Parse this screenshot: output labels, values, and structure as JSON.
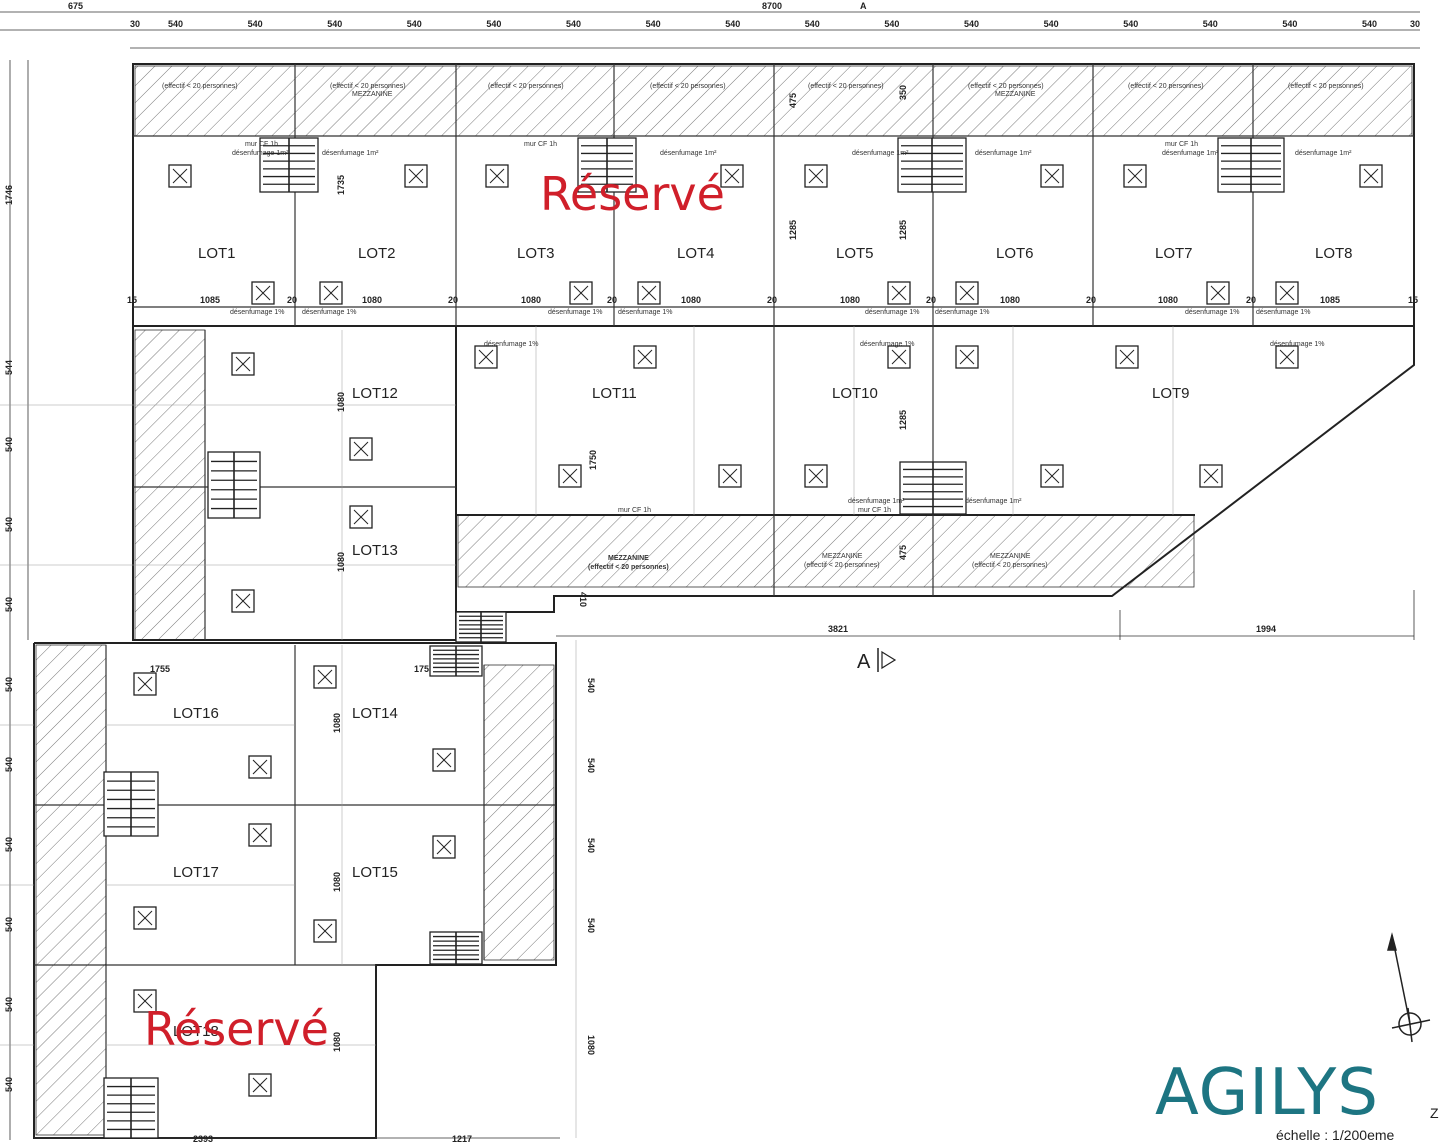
{
  "top_dims": {
    "left_offset": "675",
    "overall": "8700",
    "bay": "540",
    "edge": "30"
  },
  "left_dims": {
    "top_depth": "1746",
    "row": "544",
    "row_a": "540"
  },
  "inner_dims": {
    "lot_width_a": "1085",
    "lot_width_b": "1080",
    "wall_a": "15",
    "wall_b": "20",
    "depth_top": "1735",
    "depth_mid": "1285",
    "depth_small": "1080",
    "mezz": "475",
    "mezz_b": "350",
    "lot11_depth": "1750",
    "lot16_width": "1755",
    "bottom_gap": "410",
    "bottom_a": "3821",
    "bottom_b": "1994",
    "bottom_left": "2393",
    "bottom_mid": "1217"
  },
  "lots": {
    "lot1": "LOT1",
    "lot2": "LOT2",
    "lot3": "LOT3",
    "lot4": "LOT4",
    "lot5": "LOT5",
    "lot6": "LOT6",
    "lot7": "LOT7",
    "lot8": "LOT8",
    "lot9": "LOT9",
    "lot10": "LOT10",
    "lot11": "LOT11",
    "lot12": "LOT12",
    "lot13": "LOT13",
    "lot14": "LOT14",
    "lot15": "LOT15",
    "lot16": "LOT16",
    "lot17": "LOT17",
    "lot18": "LOT18"
  },
  "notes": {
    "mezz_effectif": "(effectif < 20 personnes)",
    "mezzanine": "MEZZANINE",
    "desenfumage_1m": "désenfumage 1m²",
    "desenfumage_1pct": "désenfumage 1%",
    "mur_cf": "mur CF 1h",
    "mezz_big": "MEZZANINE",
    "mezz_big_effectif": "(effectif < 20 personnes)"
  },
  "reserve_label": "Réservé",
  "section_mark": "A",
  "logo": {
    "name": "AGILYS",
    "suffix": "Z"
  },
  "scale": "échelle : 1/200eme",
  "colors": {
    "reserve": "#d01f2a",
    "logo": "#1d7582",
    "line": "#222222"
  }
}
